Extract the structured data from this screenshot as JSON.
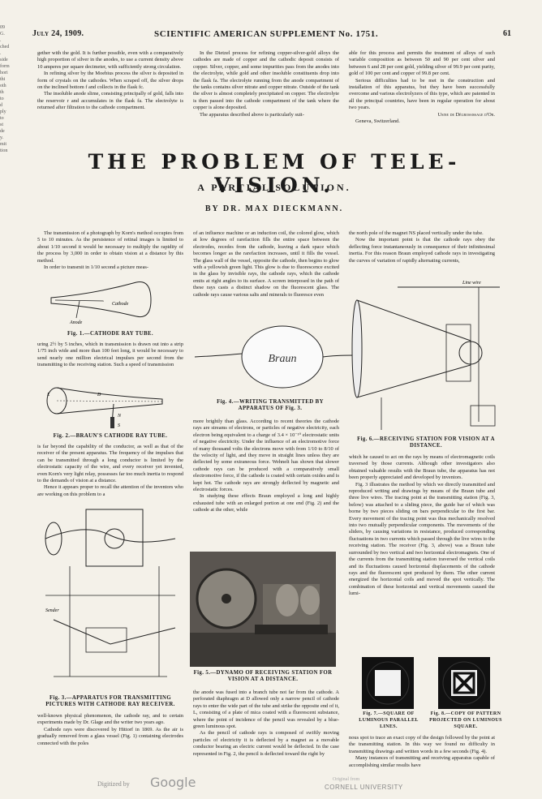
{
  "gutter": [
    "09",
    "G.",
    ".",
    "ched",
    "",
    ".",
    "side",
    "",
    "form",
    "hori",
    "thi",
    "oth",
    "",
    "th",
    "to",
    "d",
    "",
    "ply",
    "",
    "to",
    "st",
    "de",
    "y.",
    "",
    "mit",
    "tion"
  ],
  "header": {
    "date": "July 24, 1909.",
    "journal": "SCIENTIFIC AMERICAN SUPPLEMENT No. 1751.",
    "page": "61"
  },
  "top": {
    "col1": [
      "gether with the gold. It is further possible, even with a comparatively high proportion of silver in the anodes, to use a current density above 10 amperes per square decimeter, with sufficiently strong circulation.",
      "In refining silver by the Moebius process the silver is deposited in form of crystals on the cathodes. When scraped off, the silver drops on the inclined bottom f and collects in the flask fc.",
      "The insoluble anode slime, consisting principally of gold, falls into the reservoir r and accumulates in the flask fa. The electrolyte is returned after filtration to the cathode compartment."
    ],
    "col2": [
      "In the Dietzel process for refining copper-silver-gold alloys the cathodes are made of copper and the cathodic deposit consists of copper. Silver, copper, and some impurities pass from the anodes into the electrolyte, while gold and other insoluble constituents drop into the flask fa. The electrolyte running from the anode compartment of the tanks contains silver nitrate and copper nitrate. Outside of the tank the silver is almost completely precipitated on copper. The electrolyte is then passed into the cathode compartment of the tank where the copper is alone deposited.",
      "The apparatus described above is particularly suit-"
    ],
    "col3": [
      "able for this process and permits the treatment of alloys of such variable composition as between 50 and 90 per cent silver and between 6 and 28 per cent gold, yielding silver of 99.9 per cent purity, gold of 100 per cent and copper of 99.8 per cent.",
      "Serious difficulties had to be met in the construction and installation of this apparatus, but they have been successfully overcome and various electrolyzers of this type, which are patented in all the principal countries, have been in regular operation for about two years."
    ],
    "col3_sign": "Usine de Dégrossissage d'Or.",
    "col3_place": "Geneva, Switzerland."
  },
  "title": "THE PROBLEM OF TELE-VISION.",
  "subtitle": "A PARTIAL SOLUTION.",
  "byline": "BY DR. MAX DIECKMANN.",
  "body": {
    "c1a": [
      "The transmission of a photograph by Korn's method occupies from 5 to 10 minutes. As the persistence of retinal images is limited to about 1/10 second it would be necessary to multiply the rapidity of the process by 3,000 in order to obtain vision at a distance by this method.",
      "In order to transmit in 1/10 second a picture meas-"
    ],
    "c1b": [
      "uring 2½ by 5 inches, which in transmission is drawn out into a strip 1/75 inch wide and more than 100 feet long, it would be necessary to send nearly one million electrical impulses per second from the transmitting to the receiving station. Such a speed of transmission"
    ],
    "c1c": [
      "is far beyond the capability of the conductor, as well as that of the receiver of the present apparatus. The frequency of the impulses that can be transmitted through a long conductor is limited by the electrostatic capacity of the wire, and every receiver yet invented, even Korn's very light relay, possesses far too much inertia to respond to the demands of vision at a distance.",
      "Hence it appears proper to recall the attention of the inventors who are working on this problem to a"
    ],
    "c1d": [
      "well-known physical phenomenon, the cathode ray, and to certain experiments made by Dr. Glage and the writer two years ago.",
      "Cathode rays were discovered by Hittorf in 1869. As the air is gradually removed from a glass vessel (Fig. 1) containing electrodes connected with the poles"
    ],
    "c2a": [
      "of an influence machine or an induction coil, the colored glow, which at low degrees of rarefaction fills the entire space between the electrodes, recedes from the cathode, leaving a dark space which becomes longer as the rarefaction increases, until it fills the vessel. The glass wall of the vessel, opposite the cathode, then begins to glow with a yellowish green light. This glow is due to fluorescence excited in the glass by invisible rays, the cathode rays, which the cathode emits at right angles to its surface. A screen interposed in the path of these rays casts a distinct shadow on the fluorescent glass. The cathode rays cause various salts and minerals to fluoresce even"
    ],
    "c2b": [
      "more brightly than glass. According to recent theories the cathode rays are streams of electrons, or particles of negative electricity, each electron being equivalent to a charge of 3.4 × 10⁻¹⁰ electrostatic units of negative electricity. Under the influence of an electromotive force of many thousand volts the electrons move with from 1/10 to 8/10 of the velocity of light, and they move in straight lines unless they are deflected by some extraneous force. Wehnelt has shown that slower cathode rays can be produced with a comparatively small electromotive force, if the cathode is coated with certain oxides and is kept hot. The cathode rays are strongly deflected by magnetic and electrostatic forces.",
      "In studying these effects Braun employed a long and highly exhausted tube with an enlarged portion at one end (Fig. 2) and the cathode at the other, while"
    ],
    "c2c": [
      "the anode was fused into a branch tube not far from the cathode. A perforated diaphragm at D allowed only a narrow pencil of cathode rays to enter the wide part of the tube and strike the opposite end of it, L, consisting of a plate of mica coated with a fluorescent substance, where the point of incidence of the pencil was revealed by a blue-green luminous spot.",
      "As the pencil of cathode rays is composed of swiftly moving particles of electricity it is deflected by a magnet as a movable conductor bearing an electric current would be deflected. In the case represented in Fig. 2, the pencil is deflected toward the right by"
    ],
    "c3a": [
      "the north pole of the magnet NS placed vertically under the tube.",
      "Now the important point is that the cathode rays obey the deflecting force instantaneously in consequence of their infinitesimal inertia. For this reason Braun employed cathode rays in investigating the curves of variation of rapidly alternating currents,"
    ],
    "c3b": [
      "which he caused to act on the rays by means of electromagnetic coils traversed by those currents. Although other investigators also obtained valuable results with the Braun tube, the apparatus has not been properly appreciated and developed by inventors.",
      "Fig. 3 illustrates the method by which we directly transmitted and reproduced writing and drawings by means of the Braun tube and three live wires. The tracing point at the transmitting station (Fig. 3, below) was attached to a sliding piece, the guide bar of which was borne by two pieces sliding on bars perpendicular to the first bar. Every movement of the tracing point was thus mechanically resolved into two mutually perpendicular components. The movements of the sliders, by causing variations in resistance, produced corresponding fluctuations in two currents which passed through the live wires to the receiving station. The receiver (Fig. 3, above) was a Braun tube surrounded by two vertical and two horizontal electromagnets. One of the currents from the transmitting station traversed the vertical coils and its fluctuations caused horizontal displacements of the cathode rays and the fluorescent spot produced by them. The other current energized the horizontal coils and moved the spot vertically. The combination of these horizontal and vertical movements caused the lumi-"
    ],
    "c3c": [
      "nous spot to trace an exact copy of the design followed by the point at the transmitting station. In this way we found no difficulty in transmitting drawings and written words in a few seconds (Fig. 4).",
      "Many instances of transmitting and receiving apparatus capable of accomplishing similar results have"
    ]
  },
  "captions": {
    "fig1": "Fig. 1.—CATHODE RAY TUBE.",
    "fig2": "Fig. 2.—BRAUN'S CATHODE RAY TUBE.",
    "fig3": "Fig. 3.—APPARATUS FOR TRANSMITTING PICTURES WITH CATHODE RAY RECEIVER.",
    "fig4": "Fig. 4.—WRITING TRANSMITTED BY APPARATUS OF Fig. 3.",
    "fig5": "Fig. 5.—DYNAMO OF RECEIVING STATION FOR VISION AT A DISTANCE.",
    "fig6": "Fig. 6.—RECEIVING STATION FOR VISION AT A DISTANCE.",
    "fig7": "Fig. 7.—SQUARE OF LUMINOUS PARALLEL LINES.",
    "fig8": "Fig. 8.—COPY OF PATTERN PROJECTED ON LUMINOUS SQUARE."
  },
  "fig_labels": {
    "cathode": "Cathode",
    "anode": "Anode",
    "braun": "Braun",
    "line_wire": "Line wire",
    "sender": "Sender",
    "L": "L",
    "D": "D",
    "N": "N",
    "S": "S"
  },
  "footer": {
    "digitized": "Digitized by",
    "google": "Google",
    "original": "Original from",
    "university": "CORNELL UNIVERSITY"
  }
}
